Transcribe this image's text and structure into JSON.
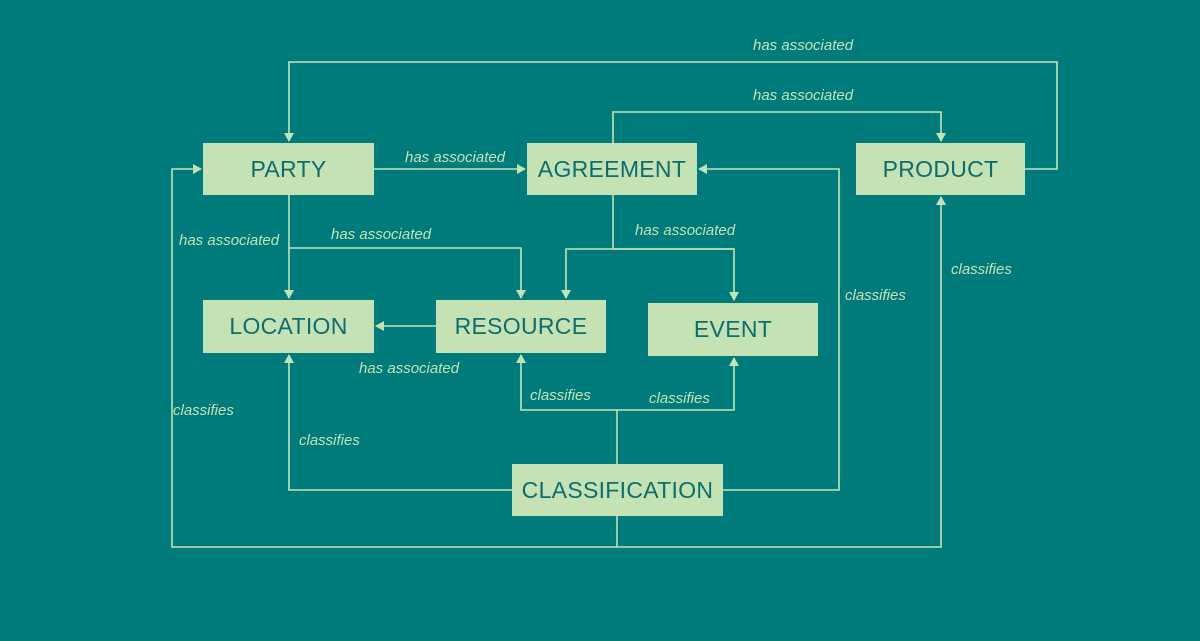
{
  "entities": {
    "party": "PARTY",
    "agreement": "AGREEMENT",
    "product": "PRODUCT",
    "location": "LOCATION",
    "resource": "RESOURCE",
    "event": "EVENT",
    "classification": "CLASSIFICATION"
  },
  "relations": {
    "product_to_party": "has associated",
    "agreement_to_product": "has associated",
    "party_to_agreement": "has associated",
    "party_to_location": "has associated",
    "party_to_resource": "has associated",
    "agreement_to_resource_event": "has associated",
    "resource_to_location": "has associated",
    "classifies_resource": "classifies",
    "classifies_event": "classifies",
    "classifies_location": "classifies",
    "classifies_party": "classifies",
    "classifies_agreement": "classifies",
    "classifies_product": "classifies"
  },
  "colors": {
    "background": "#007b7b",
    "box_fill": "#c5e2b4",
    "box_text": "#0b6e6e",
    "line": "#c5e2b4"
  }
}
